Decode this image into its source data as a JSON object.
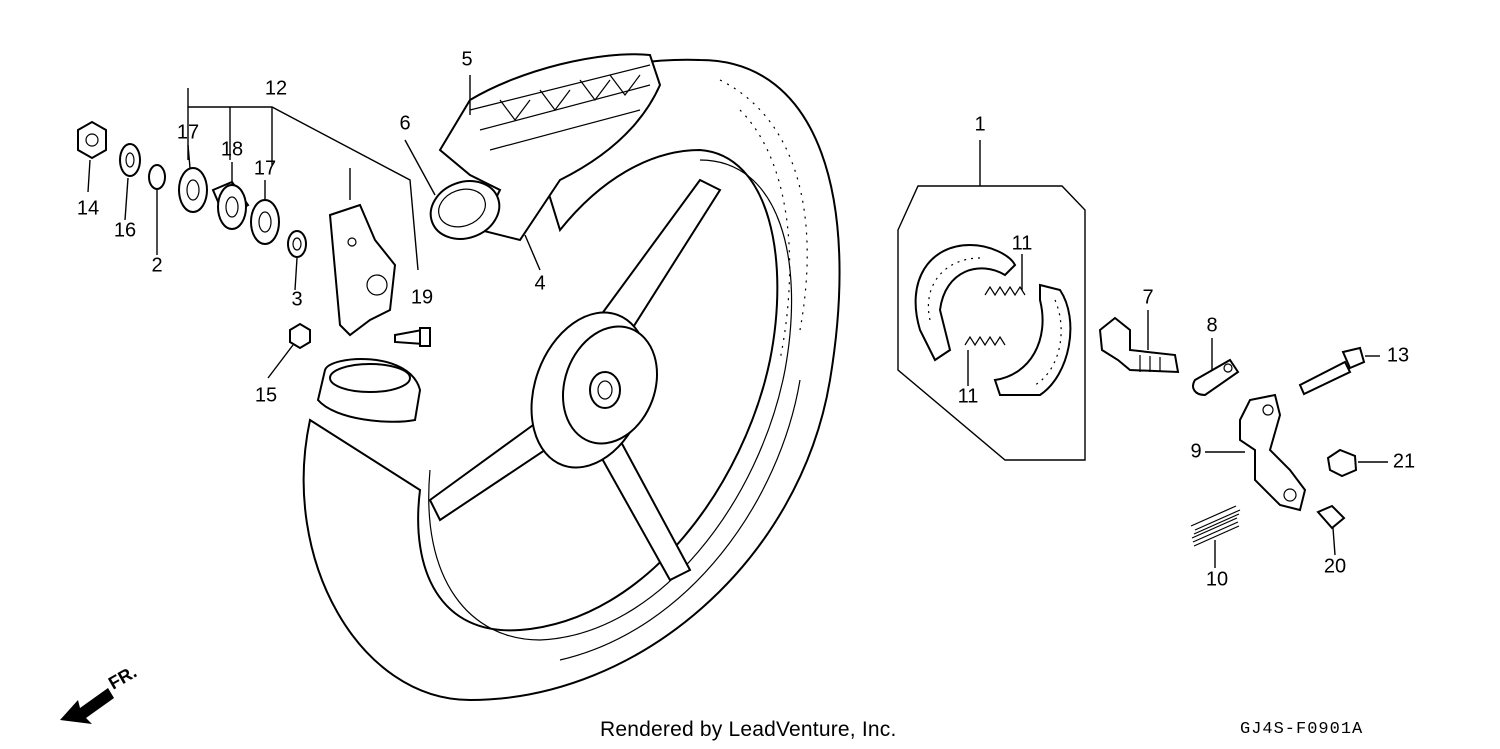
{
  "callouts": [
    {
      "id": "1",
      "label": "1"
    },
    {
      "id": "2",
      "label": "2"
    },
    {
      "id": "3",
      "label": "3"
    },
    {
      "id": "4",
      "label": "4"
    },
    {
      "id": "5",
      "label": "5"
    },
    {
      "id": "6",
      "label": "6"
    },
    {
      "id": "7",
      "label": "7"
    },
    {
      "id": "8",
      "label": "8"
    },
    {
      "id": "9",
      "label": "9"
    },
    {
      "id": "10",
      "label": "10"
    },
    {
      "id": "11a",
      "label": "11"
    },
    {
      "id": "11b",
      "label": "11"
    },
    {
      "id": "12",
      "label": "12"
    },
    {
      "id": "13",
      "label": "13"
    },
    {
      "id": "14",
      "label": "14"
    },
    {
      "id": "15",
      "label": "15"
    },
    {
      "id": "16",
      "label": "16"
    },
    {
      "id": "17a",
      "label": "17"
    },
    {
      "id": "17b",
      "label": "17"
    },
    {
      "id": "18",
      "label": "18"
    },
    {
      "id": "19",
      "label": "19"
    },
    {
      "id": "20",
      "label": "20"
    },
    {
      "id": "21",
      "label": "21"
    }
  ],
  "direction_label": "FR.",
  "credit": "Rendered by LeadVenture, Inc.",
  "diagram_code": "GJ4S-F0901A"
}
